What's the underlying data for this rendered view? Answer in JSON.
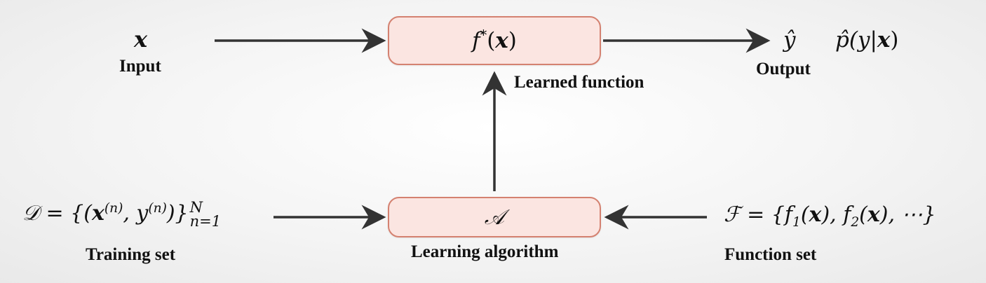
{
  "input": {
    "symbol": "x",
    "label": "Input"
  },
  "learned_function": {
    "box_prefix": "f",
    "box_star": "*",
    "box_open": "(",
    "box_var": "x",
    "box_close": ")",
    "label": "Learned function"
  },
  "output": {
    "symbol": "ŷ",
    "prob_head": "p̂(y|",
    "prob_var": "x",
    "prob_tail": ")",
    "label": "Output"
  },
  "training_set": {
    "formula_start": "𝒟 = {(",
    "formula_x": "x",
    "formula_sup1": "(n)",
    "formula_mid": ", y",
    "formula_sup2": "(n)",
    "formula_close": ")}",
    "formula_upper": "N",
    "formula_lower": "n=1",
    "label": "Training set"
  },
  "learning_algorithm": {
    "symbol": "𝒜",
    "label": "Learning algorithm"
  },
  "function_set": {
    "formula_start": "ℱ = {f",
    "sub1": "1",
    "open1": "(",
    "var1": "x",
    "close1": "), f",
    "sub2": "2",
    "open2": "(",
    "var2": "x",
    "close2": "), ⋯}",
    "label": "Function set"
  },
  "colors": {
    "box_fill": "#fbe5e1",
    "box_border": "#d48170",
    "arrow": "#333333"
  }
}
